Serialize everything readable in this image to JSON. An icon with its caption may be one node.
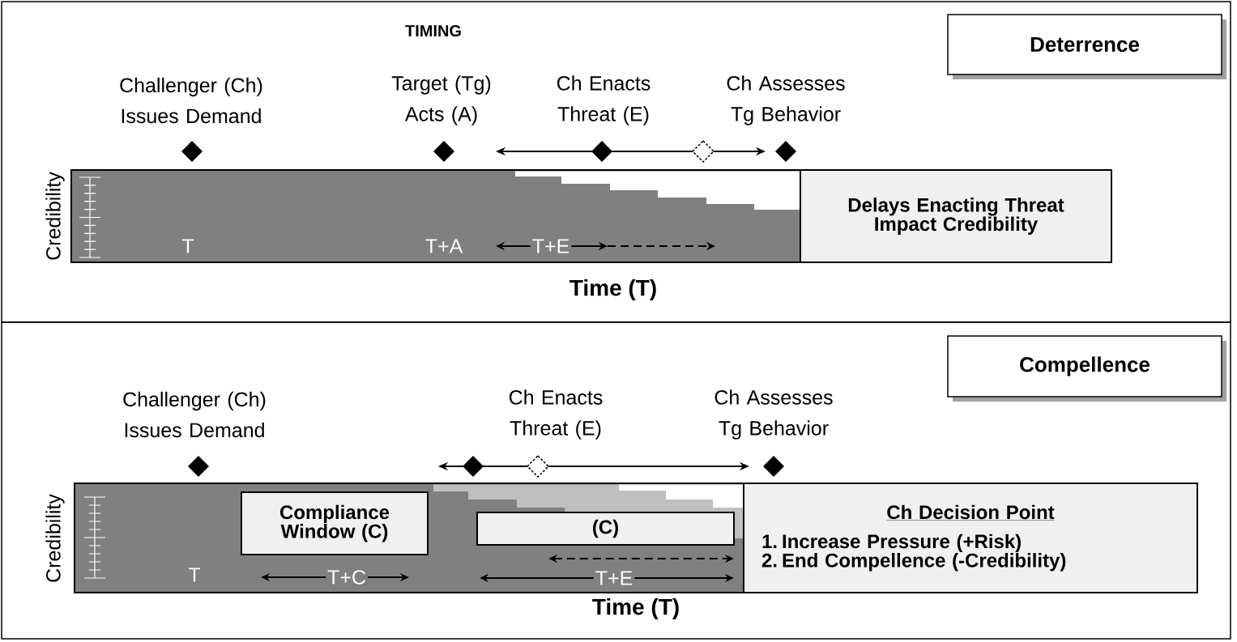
{
  "diagram": {
    "title": "TIMING",
    "nodes": [
      {
        "text": [
          "Deterrence"
        ]
      },
      {
        "text": [],
        "shape": "bar"
      },
      {
        "text": [
          "Delays Enacting Threat Impact Credibility"
        ]
      },
      {
        "text": [
          "Compellence"
        ]
      },
      {
        "text": [],
        "shape": "bar"
      },
      {
        "text": [
          "Compliance Window (C)"
        ],
        "in": 4
      },
      {
        "text": [
          "(C)"
        ],
        "in": 4
      },
      {
        "text": [
          "Ch Decision Point",
          "1. Increase Pressure (+Risk)",
          "2. End Compellence (-Credibility)"
        ]
      }
    ],
    "labels": [
      "Challenger (Ch) Issues Demand",
      "Target (Tg) Acts (A)",
      "Ch Enacts Threat (E)",
      "Ch Assesses Tg Behavior",
      "Credibility",
      "T",
      "T+A",
      "T+E",
      "Time (T)",
      "Challenger (Ch) Issues Demand",
      "Ch Enacts Threat (E)",
      "Ch Assesses Tg Behavior",
      "Credibility",
      "T",
      "T+C",
      "T+E",
      "Time (T)"
    ]
  }
}
